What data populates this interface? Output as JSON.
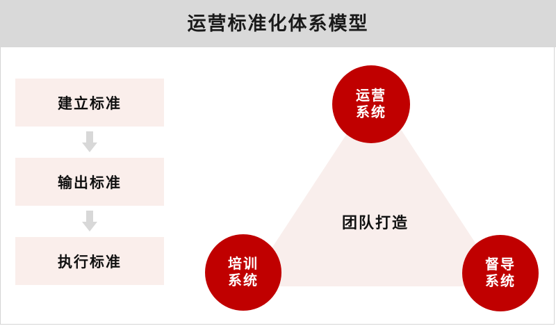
{
  "header": {
    "title": "运营标准化体系模型",
    "background_color": "#d9d9d9"
  },
  "flow": {
    "steps": [
      {
        "label": "建立标准"
      },
      {
        "label": "输出标准"
      },
      {
        "label": "执行标准"
      }
    ],
    "arrows": [
      {
        "name": "down-arrow-icon"
      },
      {
        "name": "down-arrow-icon"
      }
    ],
    "box_color": "#faeeeb"
  },
  "triangle": {
    "center_label": "团队打造",
    "fill_color": "#f9eeec"
  },
  "nodes": [
    {
      "line1": "运营",
      "line2": "系统",
      "color": "#c00000"
    },
    {
      "line1": "培训",
      "line2": "系统",
      "color": "#c00000"
    },
    {
      "line1": "督导",
      "line2": "系统",
      "color": "#c00000"
    }
  ]
}
